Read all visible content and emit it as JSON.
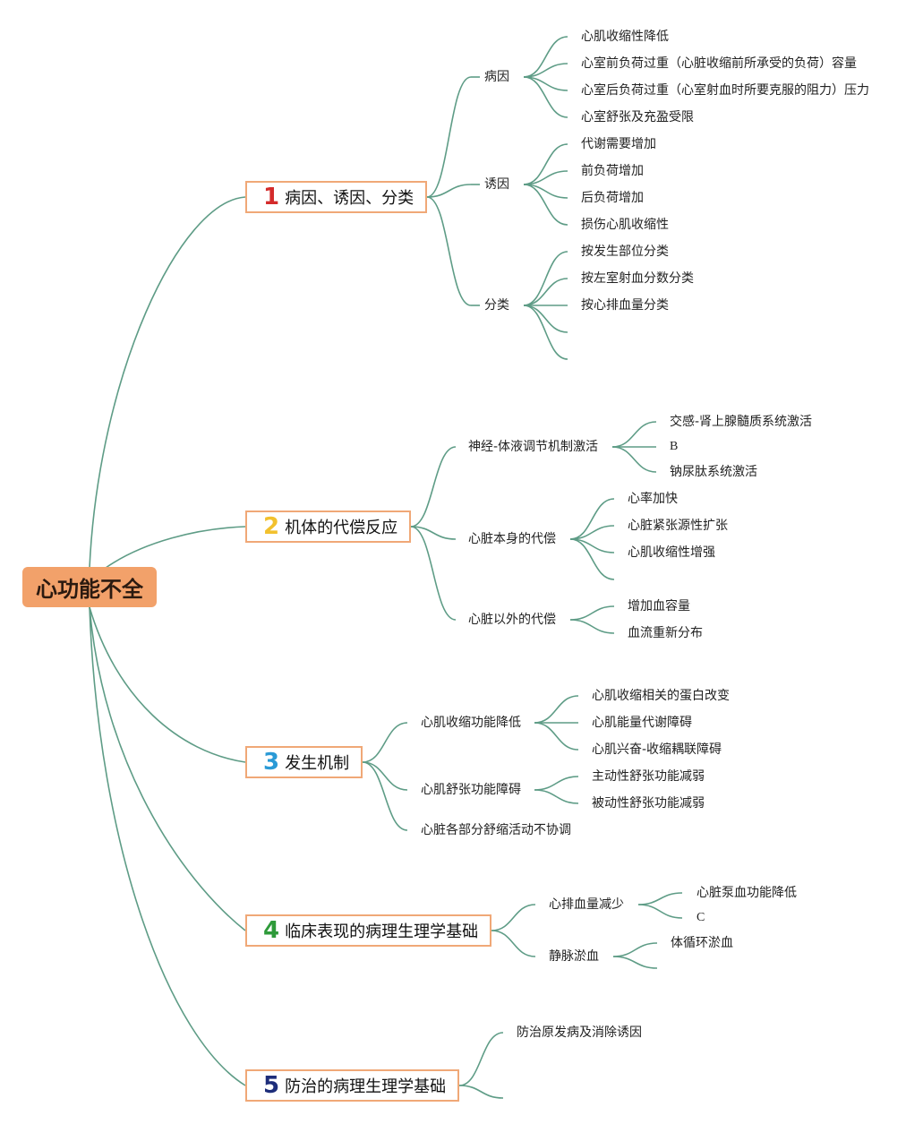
{
  "root": {
    "label": "心功能不全"
  },
  "branches": [
    {
      "num": "1",
      "num_color": "#d42b2b",
      "label": "病因、诱因、分类"
    },
    {
      "num": "2",
      "num_color": "#f2c12e",
      "label": "机体的代偿反应"
    },
    {
      "num": "3",
      "num_color": "#2a9ad6",
      "label": "发生机制"
    },
    {
      "num": "4",
      "num_color": "#2e9a3a",
      "label": "临床表现的病理生理学基础"
    },
    {
      "num": "5",
      "num_color": "#1d2d7a",
      "label": "防治的病理生理学基础"
    }
  ],
  "b1": {
    "etiology": "病因",
    "etiology_items": [
      "心肌收缩性降低",
      "心室前负荷过重（心脏收缩前所承受的负荷）容量",
      "心室后负荷过重（心室射血时所要克服的阻力）压力",
      "心室舒张及充盈受限"
    ],
    "trigger": "诱因",
    "trigger_items": [
      "代谢需要增加",
      "前负荷增加",
      "后负荷增加",
      "损伤心肌收缩性"
    ],
    "classify": "分类",
    "classify_items": [
      "按发生部位分类",
      "按左室射血分数分类",
      "按心排血量分类",
      "",
      ""
    ]
  },
  "b2": {
    "neuro": "神经-体液调节机制激活",
    "neuro_items": [
      "交感-肾上腺髓质系统激活",
      "B",
      "钠尿肽系统激活"
    ],
    "cardiac": "心脏本身的代偿",
    "cardiac_items": [
      "心率加快",
      "心脏紧张源性扩张",
      "心肌收缩性增强",
      ""
    ],
    "extra": "心脏以外的代偿",
    "extra_items": [
      "增加血容量",
      "血流重新分布"
    ]
  },
  "b3": {
    "contract": "心肌收缩功能降低",
    "contract_items": [
      "心肌收缩相关的蛋白改变",
      "心肌能量代谢障碍",
      "心肌兴奋-收缩耦联障碍"
    ],
    "relax": "心肌舒张功能障碍",
    "relax_items": [
      "主动性舒张功能减弱",
      "被动性舒张功能减弱"
    ],
    "incoord": "心脏各部分舒缩活动不协调"
  },
  "b4": {
    "output": "心排血量减少",
    "output_items": [
      "心脏泵血功能降低",
      "C"
    ],
    "congest": "静脉淤血",
    "congest_items": [
      "体循环淤血",
      ""
    ]
  },
  "b5": {
    "items": [
      "防治原发病及消除诱因",
      ""
    ]
  },
  "colors": {
    "line": "#5e9c86",
    "root_fill": "#f2a16a",
    "branch_border": "#f0a877"
  }
}
